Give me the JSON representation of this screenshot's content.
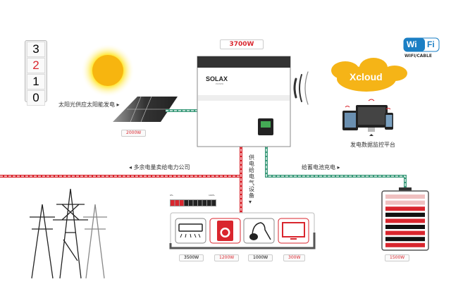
{
  "counter": {
    "digits": [
      "3",
      "2",
      "1",
      "0"
    ],
    "active_index": 1
  },
  "solar": {
    "label": "太阳光供应太阳能发电",
    "power": "2000W"
  },
  "inverter": {
    "power": "3700W",
    "brand": "SOLAX",
    "sub_brand": "POWER"
  },
  "cloud": {
    "name": "Xcloud"
  },
  "wifi": {
    "logo_left": "Wi",
    "logo_right": "Fi",
    "caption": "WIFI/CABLE"
  },
  "monitor": {
    "label": "发电数据监控平台"
  },
  "grid": {
    "label": "多余电量卖给电力公司"
  },
  "load": {
    "label": "供电给电气设备",
    "level_min": "0%",
    "level_max": "100%",
    "level_fraction": 0.3,
    "appliances": [
      {
        "name": "air-conditioner",
        "power": "3500W"
      },
      {
        "name": "washing-machine",
        "power": "1200W"
      },
      {
        "name": "vacuum-cleaner",
        "power": "1000W"
      },
      {
        "name": "television",
        "power": "300W"
      }
    ]
  },
  "battery": {
    "label": "给蓄电池充电",
    "power": "1500W"
  },
  "colors": {
    "red": "#d9262e",
    "green": "#3a9a7a",
    "cloud": "#f5b417",
    "wifi_blue": "#1b7fc4"
  }
}
